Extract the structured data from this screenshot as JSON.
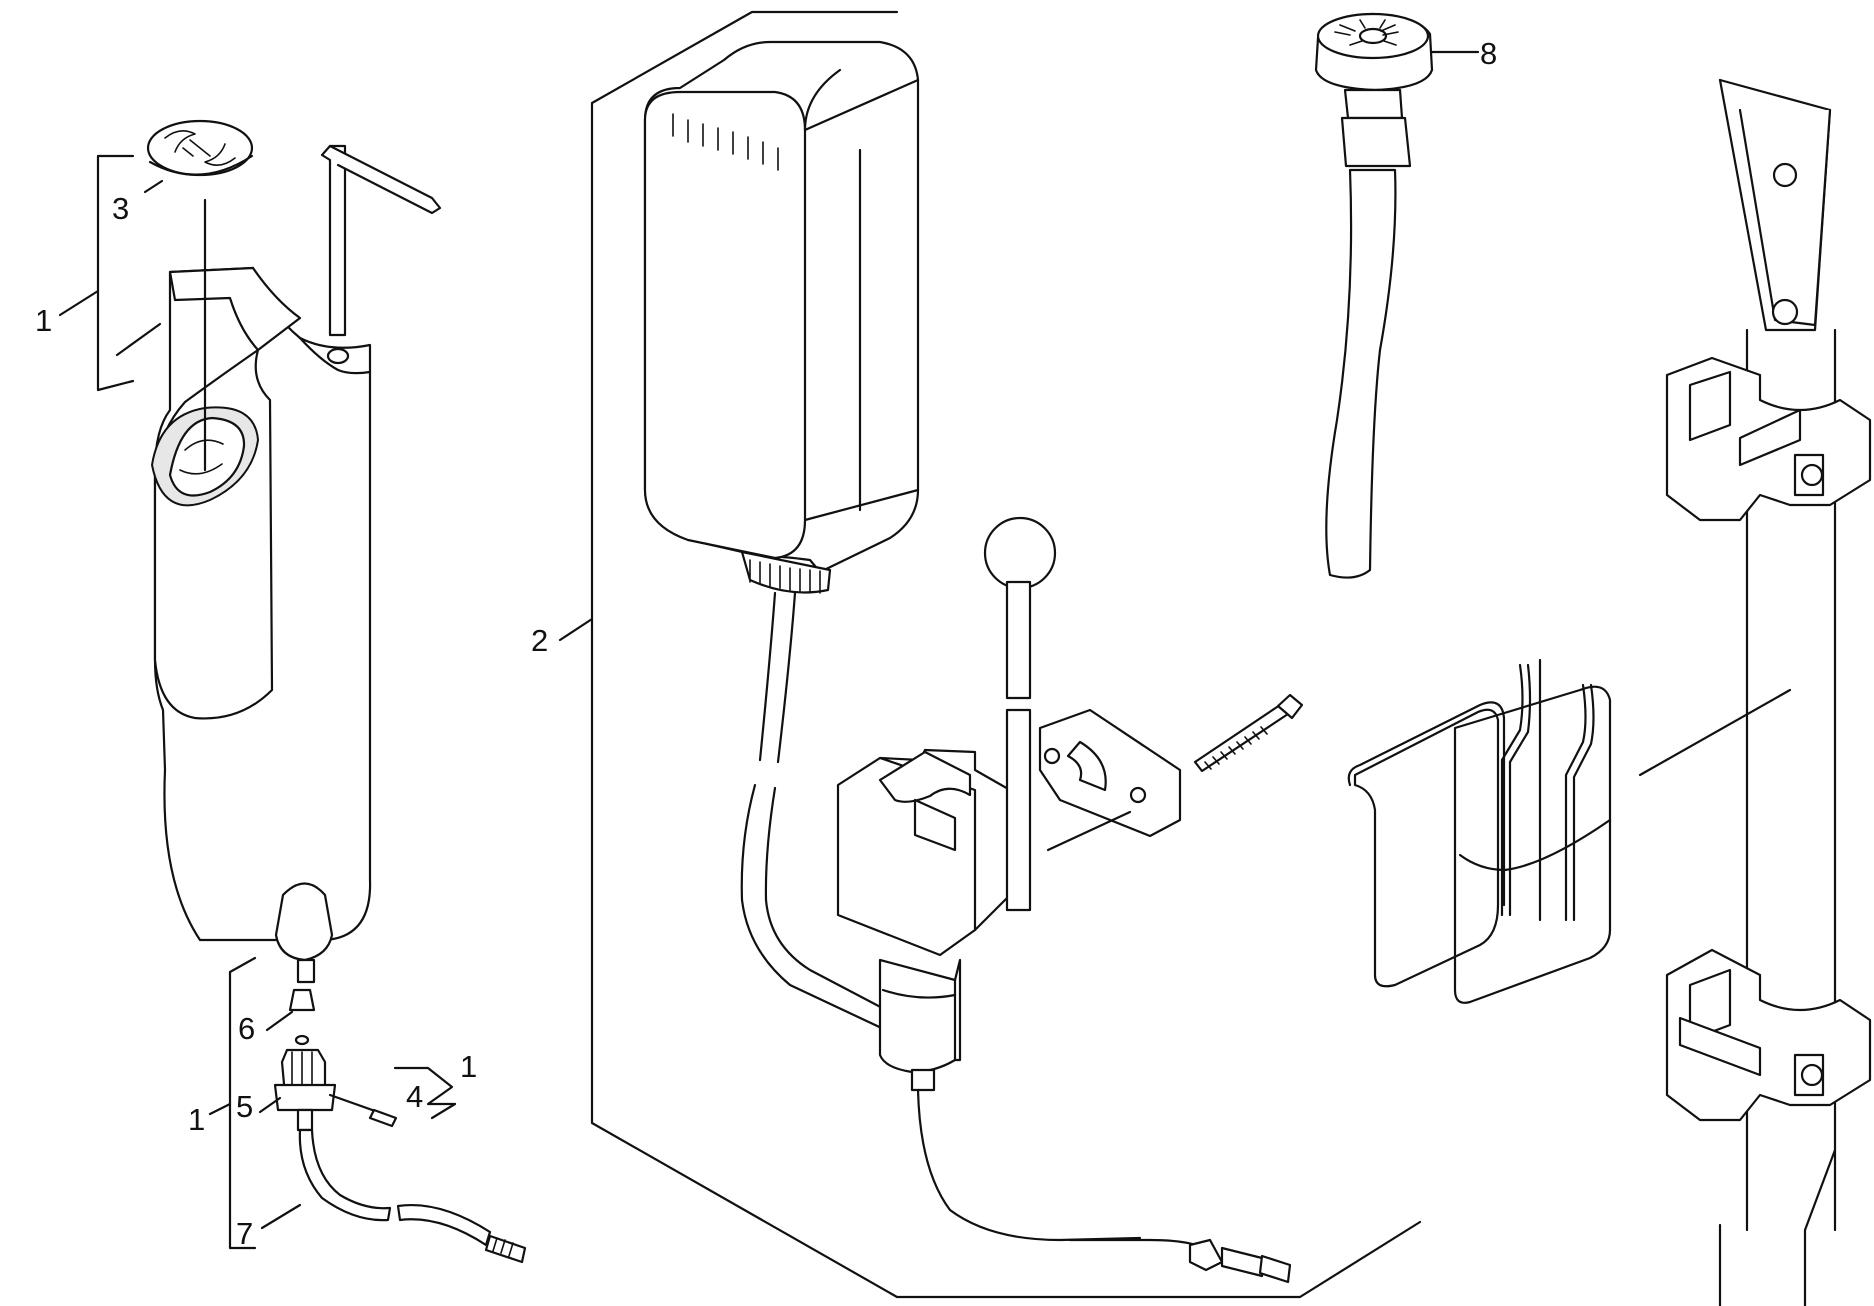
{
  "diagram": {
    "callouts": [
      {
        "id": "callout-1-top",
        "label": "1"
      },
      {
        "id": "callout-3",
        "label": "3"
      },
      {
        "id": "callout-6",
        "label": "6"
      },
      {
        "id": "callout-5",
        "label": "5"
      },
      {
        "id": "callout-1-lower-left",
        "label": "1"
      },
      {
        "id": "callout-4",
        "label": "4"
      },
      {
        "id": "callout-1-lower-right",
        "label": "1"
      },
      {
        "id": "callout-7",
        "label": "7"
      },
      {
        "id": "callout-2",
        "label": "2"
      },
      {
        "id": "callout-8",
        "label": "8"
      }
    ]
  }
}
